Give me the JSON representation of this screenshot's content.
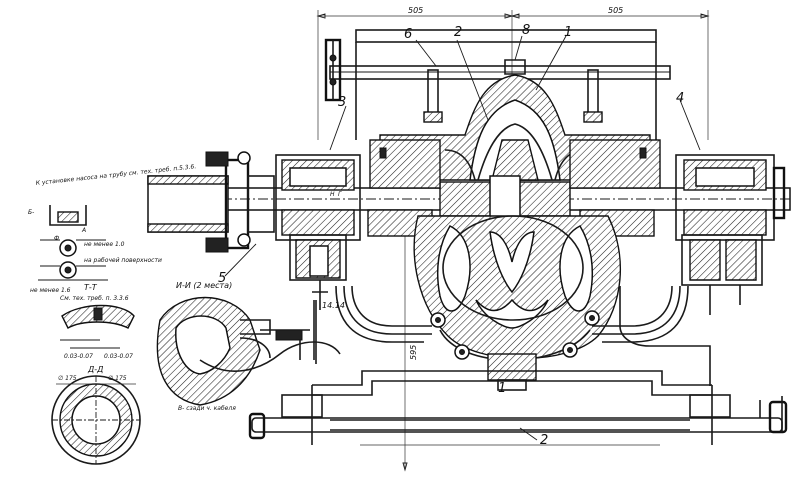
{
  "dimensions": {
    "left_span": "505",
    "right_span": "505",
    "height": "595",
    "shaft_gap": "14.14"
  },
  "callouts": [
    "1",
    "2",
    "3",
    "4",
    "5",
    "6",
    "8",
    "1",
    "2"
  ],
  "section_labels": {
    "tt": "Т-Т",
    "ii": "И-И (2 места)",
    "dd": "Д-Д"
  },
  "notes": {
    "top_left": "К установке насоса на трубу см. тех. треб. п.5.3.6.",
    "tt_sub": "См. тех. треб. п. 3.3.6",
    "left_a": "Б-",
    "left_b": "А",
    "left_c": "Ф",
    "bottom_mid": "В- сзади ч. кабеля",
    "small_1": "не менее 1.0",
    "small_2": "на рабочей поверхности",
    "small_3": "не менее 1.6",
    "tol_1": "0.03-0.07",
    "tol_2": "0.03-0.07"
  },
  "dd_ring": {
    "d1": "∅ 175",
    "d2": "∅ 175"
  },
  "shaft_marks": {
    "a": "Н",
    "b": "Г"
  }
}
